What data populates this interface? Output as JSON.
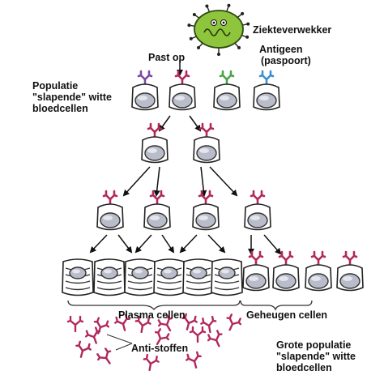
{
  "labels": {
    "pathogen": "Ziekteverwekker",
    "antigen_line1": "Antigeen",
    "antigen_line2": "(paspoort)",
    "fits": "Past op",
    "population_line1": "Populatie",
    "population_line2": "\"slapende\" witte",
    "population_line3": "bloedcellen",
    "plasma_cells": "Plasma cellen",
    "memory_cells": "Geheugen cellen",
    "antibodies": "Anti-stoffen",
    "large_population_line1": "Grote populatie",
    "large_population_line2": "\"slapende\" witte",
    "large_population_line3": "bloedcellen"
  },
  "colors": {
    "receptor_match": "#b2285c",
    "receptor_purple": "#7a4aa0",
    "receptor_green": "#4aa34a",
    "receptor_blue": "#3a8fd0",
    "cell_body": "#b9bcc9",
    "pathogen": "#8fc43d",
    "antibody": "#b2285c"
  }
}
